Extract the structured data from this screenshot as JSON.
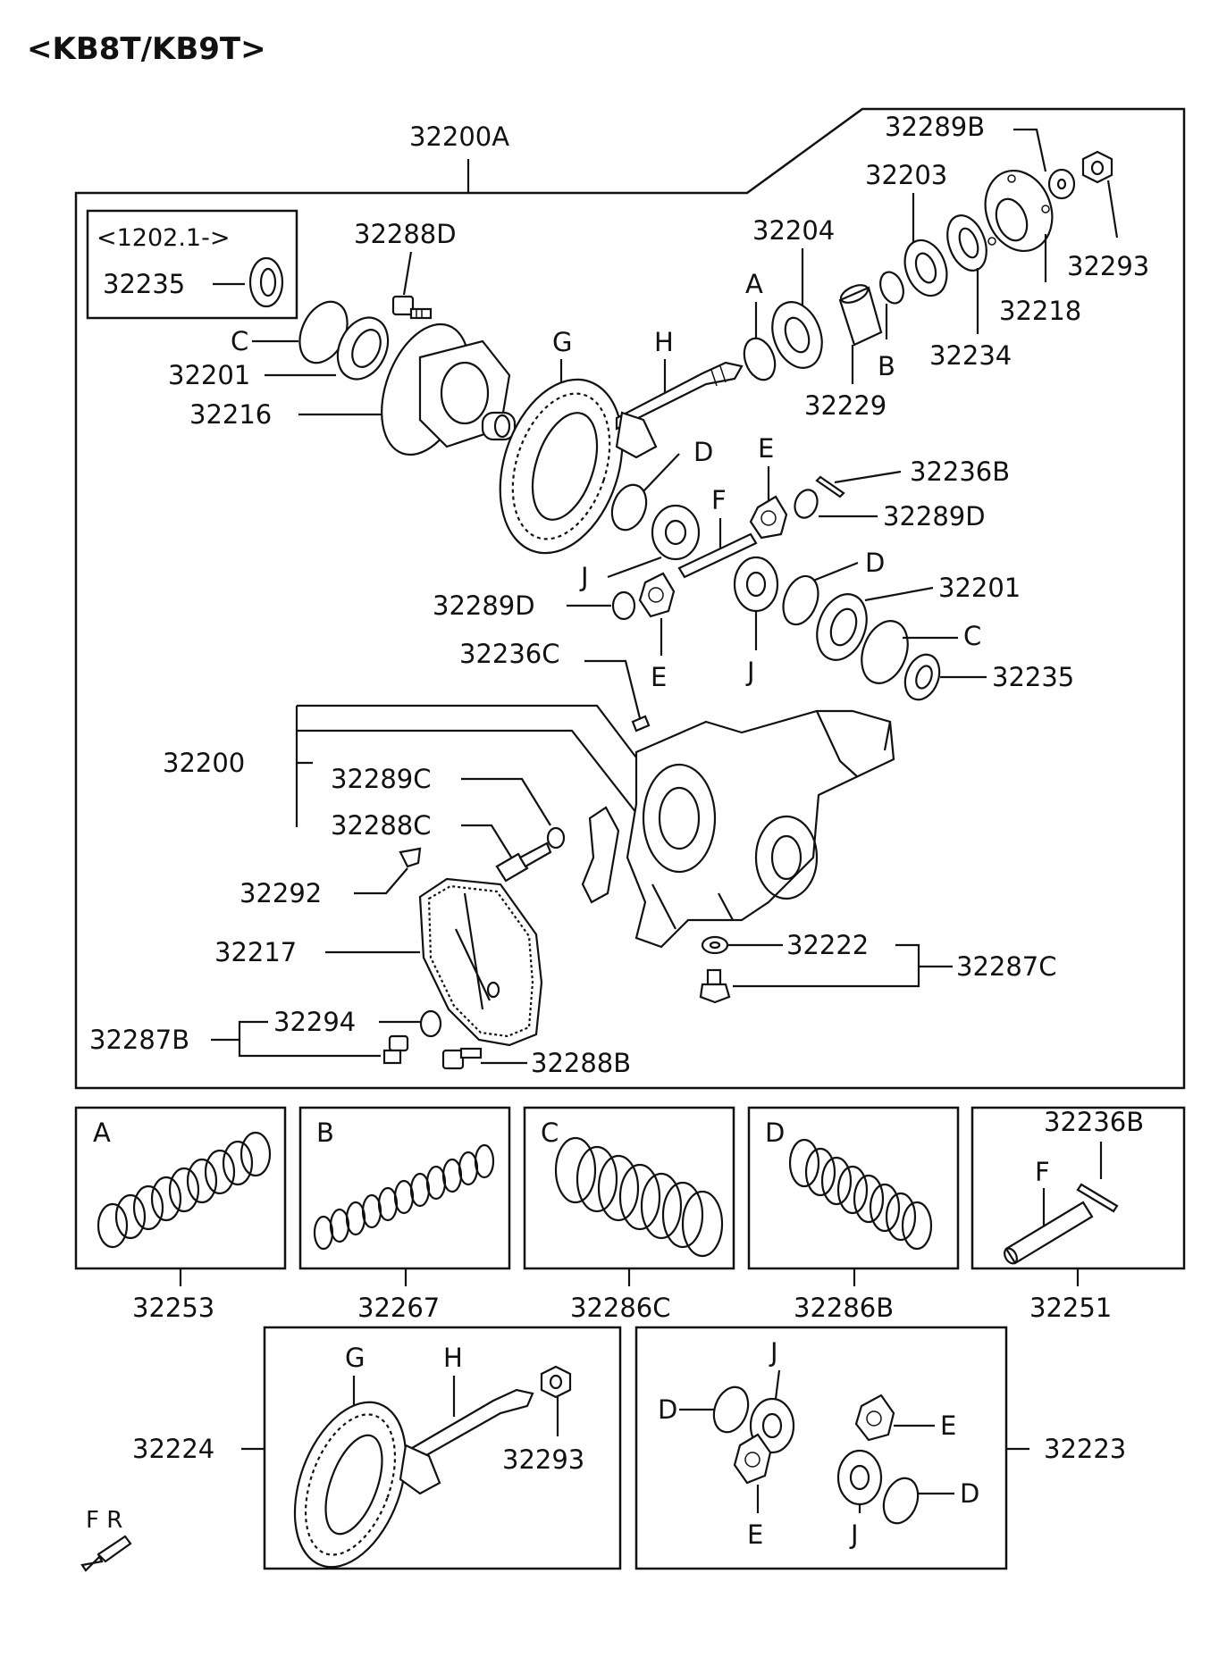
{
  "title": "<KB8T/KB9T>",
  "labels": {
    "l32200A": "32200A",
    "l1202": "<1202.1->",
    "l32235a": "32235",
    "l32288D": "32288D",
    "lC1": "C",
    "l32201a": "32201",
    "l32216": "32216",
    "lG1": "G",
    "lH1": "H",
    "lA1": "A",
    "l32204": "32204",
    "l32203": "32203",
    "l32289B": "32289B",
    "l32293a": "32293",
    "l32218": "32218",
    "l32234": "32234",
    "lB1": "B",
    "l32229": "32229",
    "lD1": "D",
    "lE1": "E",
    "l32236B": "32236B",
    "lF1": "F",
    "l32289Da": "32289D",
    "lJ1": "J",
    "l32289Db": "32289D",
    "lD2": "D",
    "l32201b": "32201",
    "lC2": "C",
    "l32235b": "32235",
    "lE2": "E",
    "lJ2": "J",
    "l32236C": "32236C",
    "l32200": "32200",
    "l32289C": "32289C",
    "l32288C": "32288C",
    "l32292": "32292",
    "l32217": "32217",
    "l32222": "32222",
    "l32287C": "32287C",
    "l32294": "32294",
    "l32287B": "32287B",
    "l32288B": "32288B",
    "kitA": "A",
    "kitB": "B",
    "kitC": "C",
    "kitD": "D",
    "kit5a": "32236B",
    "kit5F": "F",
    "k32253": "32253",
    "k32267": "32267",
    "k32286C": "32286C",
    "k32286B": "32286B",
    "k32251": "32251",
    "g_G": "G",
    "g_H": "H",
    "g_32293": "32293",
    "g_32224": "32224",
    "d_J1": "J",
    "d_D1": "D",
    "d_E1": "E",
    "d_E2": "E",
    "d_D2": "D",
    "d_J2": "J",
    "d_32223": "32223",
    "fr": "F R"
  }
}
